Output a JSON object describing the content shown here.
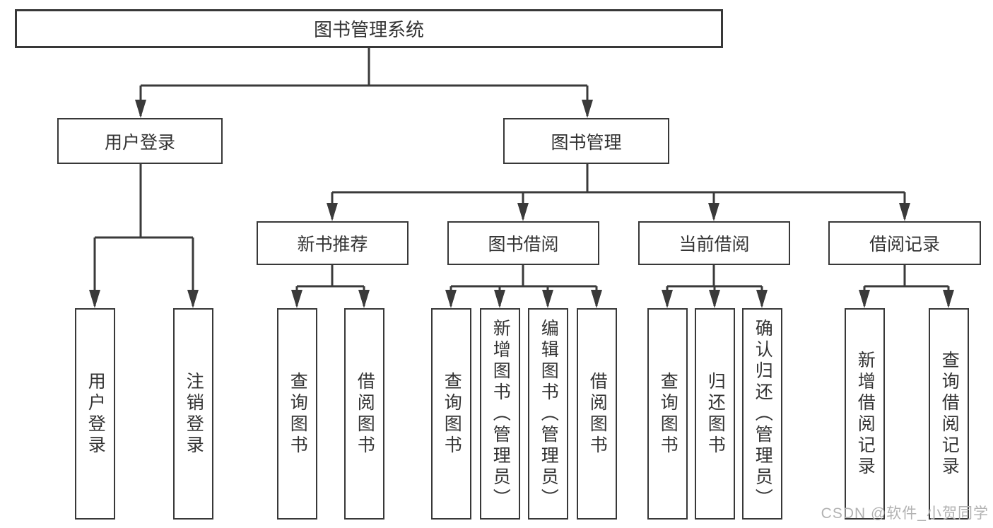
{
  "colors": {
    "line": "#3a3a3a",
    "border": "#383838",
    "text": "#333333",
    "background": "#ffffff",
    "watermark": "#b2b2b2"
  },
  "watermark": {
    "text": "CSDN @软件_小贺同学"
  },
  "tree": {
    "label": "图书管理系统",
    "children": [
      {
        "label": "用户登录",
        "children": [
          {
            "label": "用户登录"
          },
          {
            "label": "注销登录"
          }
        ]
      },
      {
        "label": "图书管理",
        "children": [
          {
            "label": "新书推荐",
            "children": [
              {
                "label": "查询图书"
              },
              {
                "label": "借阅图书"
              }
            ]
          },
          {
            "label": "图书借阅",
            "children": [
              {
                "label": "查询图书"
              },
              {
                "label": "新增图书（管理员）"
              },
              {
                "label": "编辑图书（管理员）"
              },
              {
                "label": "借阅图书"
              }
            ]
          },
          {
            "label": "当前借阅",
            "children": [
              {
                "label": "查询图书"
              },
              {
                "label": "归还图书"
              },
              {
                "label": "确认归还（管理员）"
              }
            ]
          },
          {
            "label": "借阅记录",
            "children": [
              {
                "label": "新增借阅记录"
              },
              {
                "label": "查询借阅记录"
              }
            ]
          }
        ]
      }
    ]
  }
}
